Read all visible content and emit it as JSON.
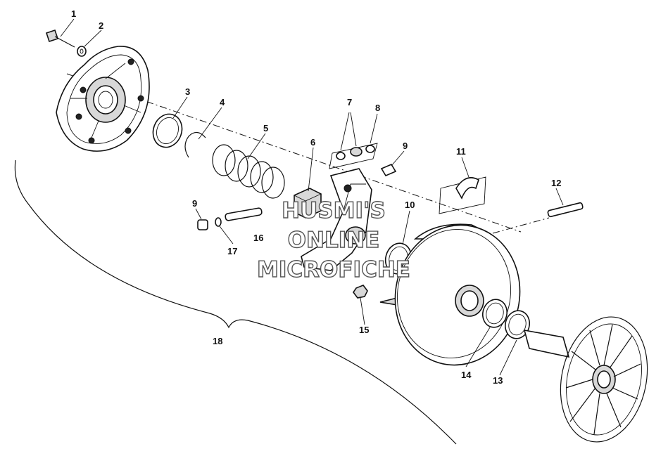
{
  "callouts": [
    "1",
    "2",
    "3",
    "4",
    "5",
    "6",
    "7",
    "8",
    "9",
    "9",
    "10",
    "11",
    "12",
    "13",
    "14",
    "15",
    "16",
    "17",
    "18"
  ],
  "watermark": {
    "line1": "HUSMI'S",
    "line2": "ONLINE",
    "line3": "MICROFICHE"
  }
}
